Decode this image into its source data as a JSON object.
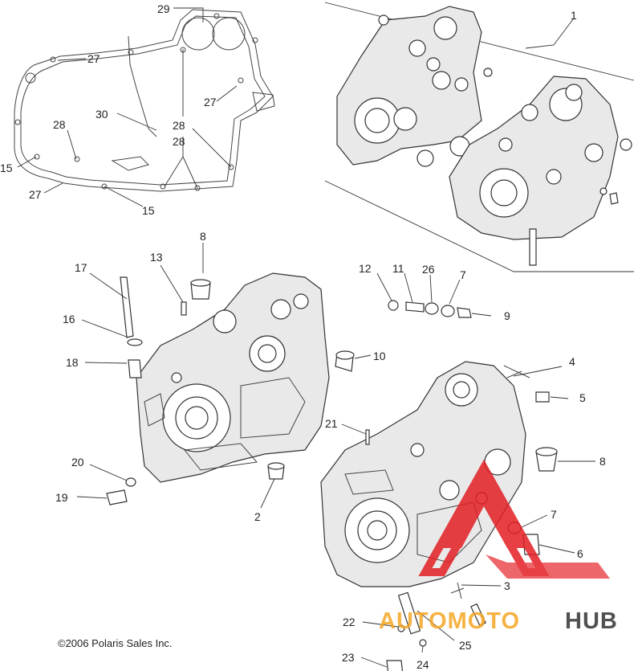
{
  "copyright": "©2006 Polaris Sales Inc.",
  "watermark": {
    "word_colored": "AUTOMOTO",
    "word_dark": "HUB",
    "color_primary": "#e31e24",
    "color_secondary": "#f5a623",
    "color_dark": "#333333"
  },
  "callouts": [
    {
      "id": "c-29",
      "text": "29"
    },
    {
      "id": "c-1",
      "text": "1"
    },
    {
      "id": "c-27a",
      "text": "27"
    },
    {
      "id": "c-27b",
      "text": "27"
    },
    {
      "id": "c-30",
      "text": "30"
    },
    {
      "id": "c-28a",
      "text": "28"
    },
    {
      "id": "c-28b",
      "text": "28"
    },
    {
      "id": "c-28c",
      "text": "28"
    },
    {
      "id": "c-15a",
      "text": "15"
    },
    {
      "id": "c-27c",
      "text": "27"
    },
    {
      "id": "c-15b",
      "text": "15"
    },
    {
      "id": "c-8a",
      "text": "8"
    },
    {
      "id": "c-17",
      "text": "17"
    },
    {
      "id": "c-13",
      "text": "13"
    },
    {
      "id": "c-12",
      "text": "12"
    },
    {
      "id": "c-11",
      "text": "11"
    },
    {
      "id": "c-26",
      "text": "26"
    },
    {
      "id": "c-7a",
      "text": "7"
    },
    {
      "id": "c-9",
      "text": "9"
    },
    {
      "id": "c-16",
      "text": "16"
    },
    {
      "id": "c-18",
      "text": "18"
    },
    {
      "id": "c-10",
      "text": "10"
    },
    {
      "id": "c-4",
      "text": "4"
    },
    {
      "id": "c-5",
      "text": "5"
    },
    {
      "id": "c-21",
      "text": "21"
    },
    {
      "id": "c-8b",
      "text": "8"
    },
    {
      "id": "c-20",
      "text": "20"
    },
    {
      "id": "c-19",
      "text": "19"
    },
    {
      "id": "c-2",
      "text": "2"
    },
    {
      "id": "c-7b",
      "text": "7"
    },
    {
      "id": "c-6",
      "text": "6"
    },
    {
      "id": "c-3",
      "text": "3"
    },
    {
      "id": "c-22",
      "text": "22"
    },
    {
      "id": "c-25",
      "text": "25"
    },
    {
      "id": "c-23",
      "text": "23"
    },
    {
      "id": "c-24",
      "text": "24"
    }
  ]
}
